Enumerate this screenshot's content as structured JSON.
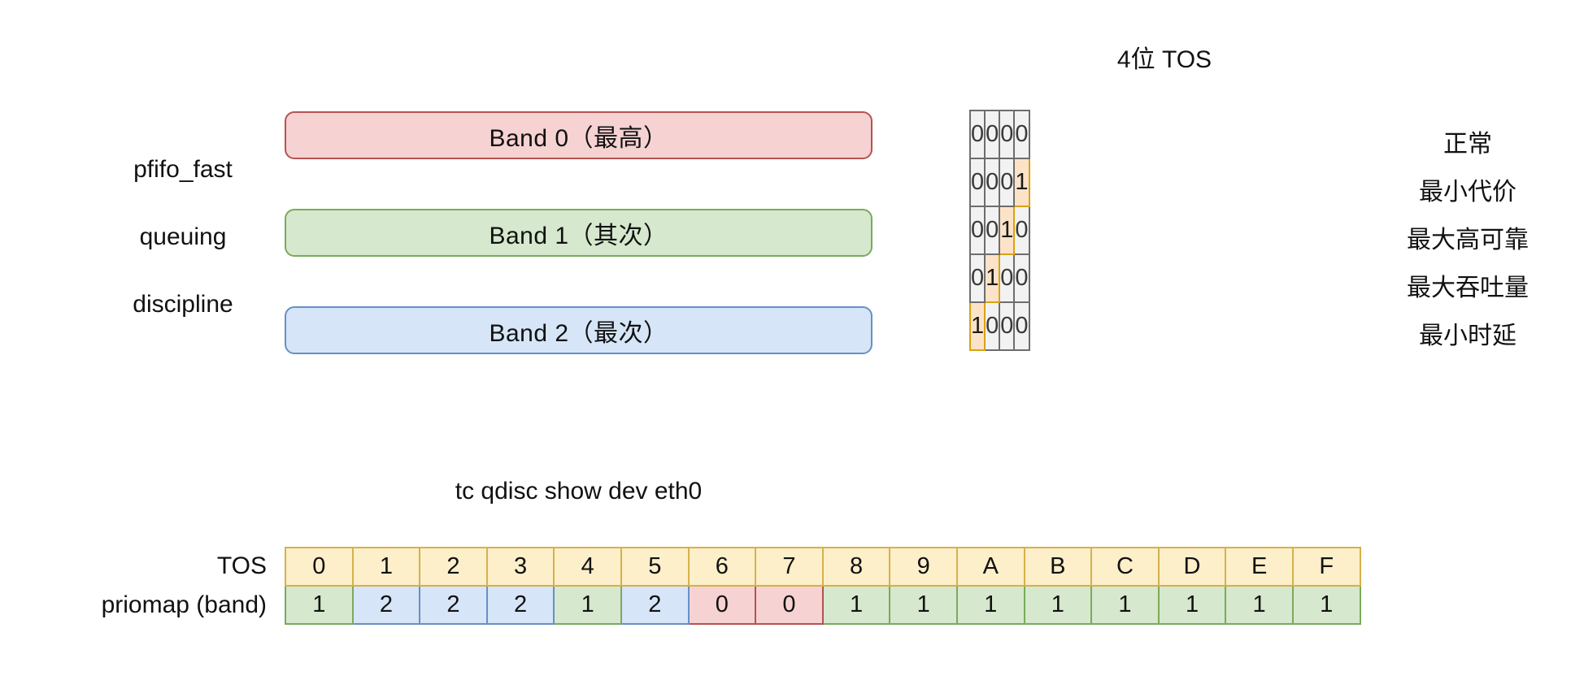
{
  "bands": {
    "side_labels": [
      "pfifo_fast",
      "queuing",
      "discipline"
    ],
    "items": [
      {
        "label": "Band 0（最高）",
        "fill": "#f6d2d2",
        "stroke": "#b5534f"
      },
      {
        "label": "Band 1（其次）",
        "fill": "#d6e8cd",
        "stroke": "#79ab5c"
      },
      {
        "label": "Band 2（最次）",
        "fill": "#d6e5f7",
        "stroke": "#6591c4"
      }
    ]
  },
  "tos": {
    "title": "4位 TOS",
    "highlight_fill": "#fce3c8",
    "highlight_stroke": "#d9a215",
    "cell_fill": "#f2f2f2",
    "cell_stroke": "#6d6d6d",
    "rows": [
      {
        "bits": [
          "0",
          "0",
          "0",
          "0"
        ],
        "highlight": -1,
        "meaning": "正常"
      },
      {
        "bits": [
          "0",
          "0",
          "0",
          "1"
        ],
        "highlight": 3,
        "meaning": "最小代价"
      },
      {
        "bits": [
          "0",
          "0",
          "1",
          "0"
        ],
        "highlight": 2,
        "meaning": "最大高可靠"
      },
      {
        "bits": [
          "0",
          "1",
          "0",
          "0"
        ],
        "highlight": 1,
        "meaning": "最大吞吐量"
      },
      {
        "bits": [
          "1",
          "0",
          "0",
          "0"
        ],
        "highlight": 0,
        "meaning": "最小时延"
      }
    ]
  },
  "priomap": {
    "title": "tc qdisc show dev eth0",
    "row_labels": {
      "tos": "TOS",
      "band": "priomap (band)"
    },
    "tos_values": [
      "0",
      "1",
      "2",
      "3",
      "4",
      "5",
      "6",
      "7",
      "8",
      "9",
      "A",
      "B",
      "C",
      "D",
      "E",
      "F"
    ],
    "band_values": [
      "1",
      "2",
      "2",
      "2",
      "1",
      "2",
      "0",
      "0",
      "1",
      "1",
      "1",
      "1",
      "1",
      "1",
      "1",
      "1"
    ],
    "tos_fill": "#fcefc9",
    "tos_stroke": "#d6b04a",
    "band_colors": {
      "0": {
        "fill": "#f6d2d2",
        "stroke": "#b5534f"
      },
      "1": {
        "fill": "#d6e8cd",
        "stroke": "#79ab5c"
      },
      "2": {
        "fill": "#d6e5f7",
        "stroke": "#6591c4"
      }
    }
  }
}
